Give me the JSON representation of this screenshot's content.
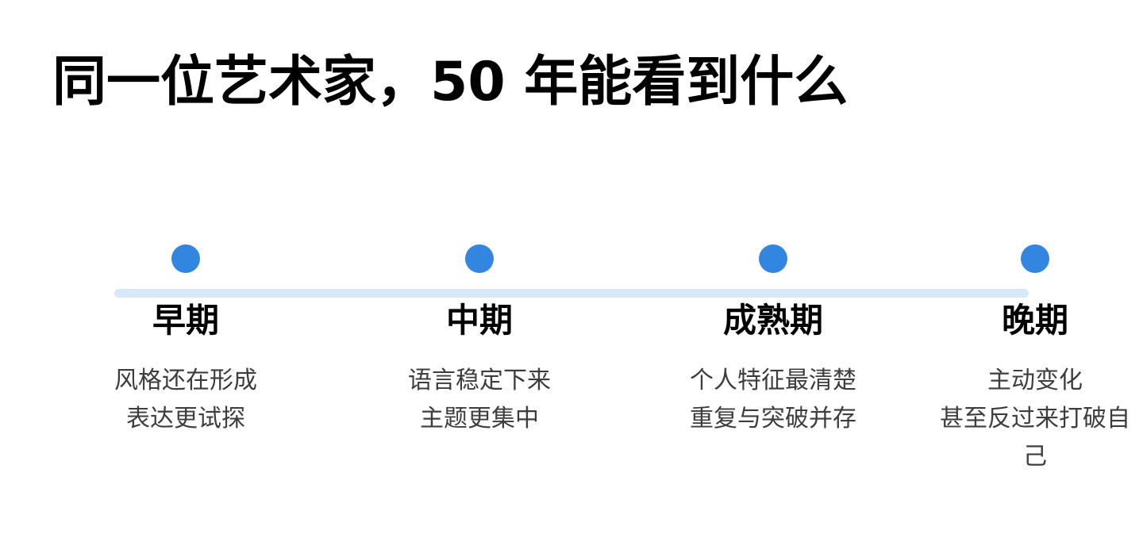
{
  "title": "同一位艺术家，50 年能看到什么",
  "colors": {
    "dot": "#3386e0",
    "track": "#d7e9f7",
    "heading": "#000000",
    "description": "#3d3d3d"
  },
  "stages": [
    {
      "name": "早期",
      "description": [
        "风格还在形成",
        "表达更试探"
      ]
    },
    {
      "name": "中期",
      "description": [
        "语言稳定下来",
        "主题更集中"
      ]
    },
    {
      "name": "成熟期",
      "description": [
        "个人特征最清楚",
        "重复与突破并存"
      ]
    },
    {
      "name": "晚期",
      "description": [
        "主动变化",
        "甚至反过来打破自己"
      ]
    }
  ]
}
